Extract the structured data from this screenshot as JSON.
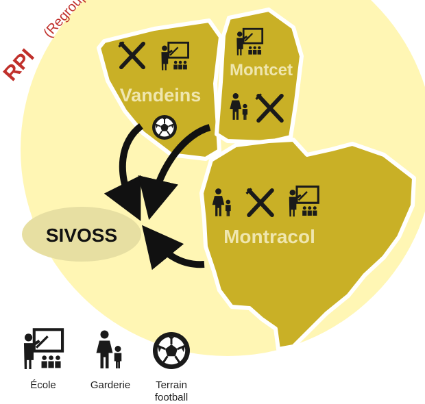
{
  "header": {
    "rpi_abbr": "RPI",
    "rpi_paren": "(Regroupement"
  },
  "communes": [
    {
      "name": "Vandeins",
      "icons": [
        "cutlery-icon",
        "school-icon",
        "football-icon"
      ]
    },
    {
      "name": "Montcet",
      "icons": [
        "school-icon",
        "daycare-icon",
        "cutlery-icon"
      ]
    },
    {
      "name": "Montracol",
      "icons": [
        "daycare-icon",
        "cutlery-icon",
        "school-icon"
      ]
    }
  ],
  "center": {
    "label": "SIVOSS"
  },
  "legend": [
    {
      "icon": "school-icon",
      "label": "École"
    },
    {
      "icon": "daycare-icon",
      "label": "Garderie"
    },
    {
      "icon": "football-icon",
      "label_lines": [
        "Terrain",
        "football"
      ]
    }
  ],
  "colors": {
    "background_circle": "#FFF6B4",
    "region_fill": "#C9B026",
    "region_stroke": "#ffffff",
    "commune_label": "#EFE6AE",
    "center_ellipse": "#E7DFA2",
    "icon_dark": "#1a1a1a",
    "rpi_color": "#C0302B",
    "arrow": "#111111"
  }
}
